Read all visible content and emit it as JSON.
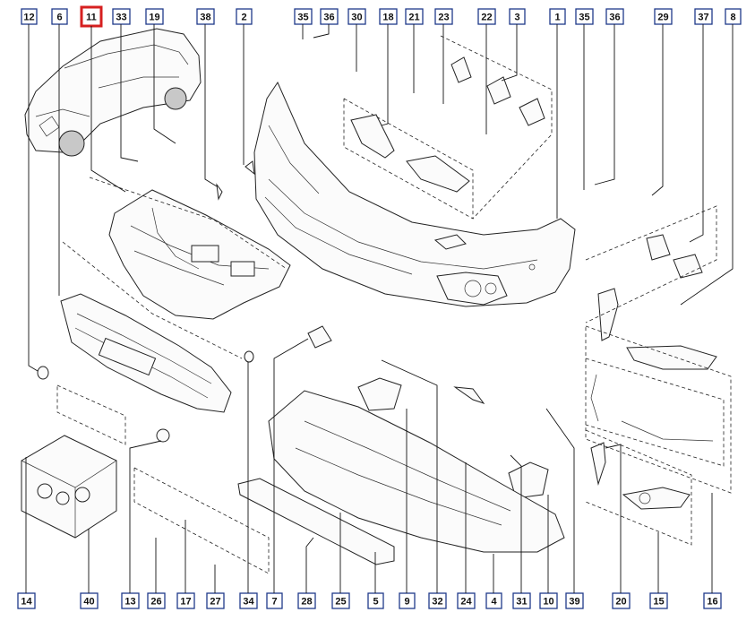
{
  "diagram": {
    "highlight_color": "#d62020",
    "box_color": "#1f3a8a",
    "callouts_top": [
      "12",
      "6",
      "11",
      "33",
      "19",
      "38",
      "2",
      "35",
      "36",
      "30",
      "18",
      "21",
      "23",
      "22",
      "3",
      "1",
      "35",
      "36",
      "29",
      "37",
      "8"
    ],
    "callouts_bottom": [
      "14",
      "40",
      "13",
      "26",
      "17",
      "27",
      "34",
      "7",
      "28",
      "25",
      "5",
      "9",
      "32",
      "24",
      "4",
      "31",
      "10",
      "39",
      "20",
      "15",
      "16"
    ],
    "highlighted": "11"
  }
}
